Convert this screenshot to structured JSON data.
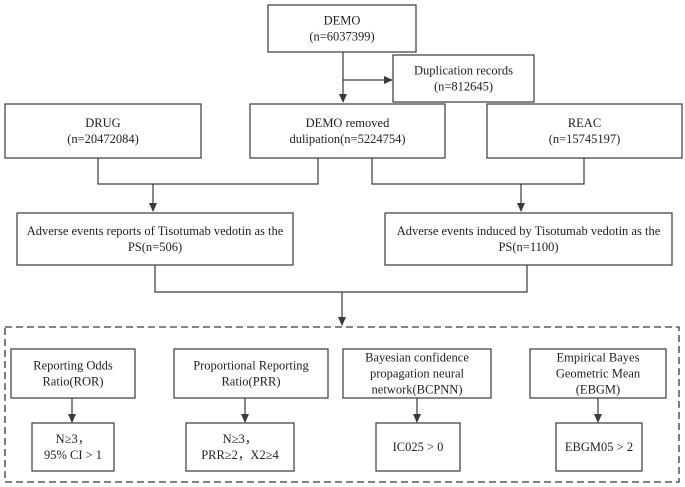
{
  "nodes": {
    "demo": {
      "lines": [
        "DEMO",
        "(n=6037399)"
      ]
    },
    "duplication": {
      "lines": [
        "Duplication records",
        "(n=812645)"
      ]
    },
    "drug": {
      "lines": [
        "DRUG",
        "(n=20472084)"
      ]
    },
    "demo_removed": {
      "lines": [
        "DEMO removed",
        "dulipation(n=5224754)"
      ]
    },
    "reac": {
      "lines": [
        "REAC",
        "(n=15745197)"
      ]
    },
    "ae_reports": {
      "lines": [
        "Adverse events reports of Tisotumab vedotin as the",
        "PS(n=506)"
      ]
    },
    "ae_induced": {
      "lines": [
        "Adverse events induced by Tisotumab vedotin as the",
        "PS(n=1100)"
      ]
    },
    "ror": {
      "lines": [
        "Reporting Odds",
        "Ratio(ROR)"
      ]
    },
    "prr": {
      "lines": [
        "Proportional Reporting",
        "Ratio(PRR)"
      ]
    },
    "bcpnn": {
      "lines": [
        "Bayesian confidence",
        "propagation neural",
        "network(BCPNN)"
      ]
    },
    "ebgm": {
      "lines": [
        "Empirical Bayes",
        "Geometric Mean",
        "(EBGM)"
      ]
    },
    "ror_criteria": {
      "lines": [
        "N≥3，",
        "95% CI > 1"
      ]
    },
    "prr_criteria": {
      "lines": [
        "N≥3，",
        "PRR≥2，X2≥4"
      ]
    },
    "bcpnn_criteria": {
      "lines": [
        "IC025 > 0"
      ]
    },
    "ebgm_criteria": {
      "lines": [
        "EBGM05 > 2"
      ]
    }
  },
  "colors": {
    "stroke": "#3a3a3a",
    "text": "#222222",
    "background": "#ffffff"
  }
}
